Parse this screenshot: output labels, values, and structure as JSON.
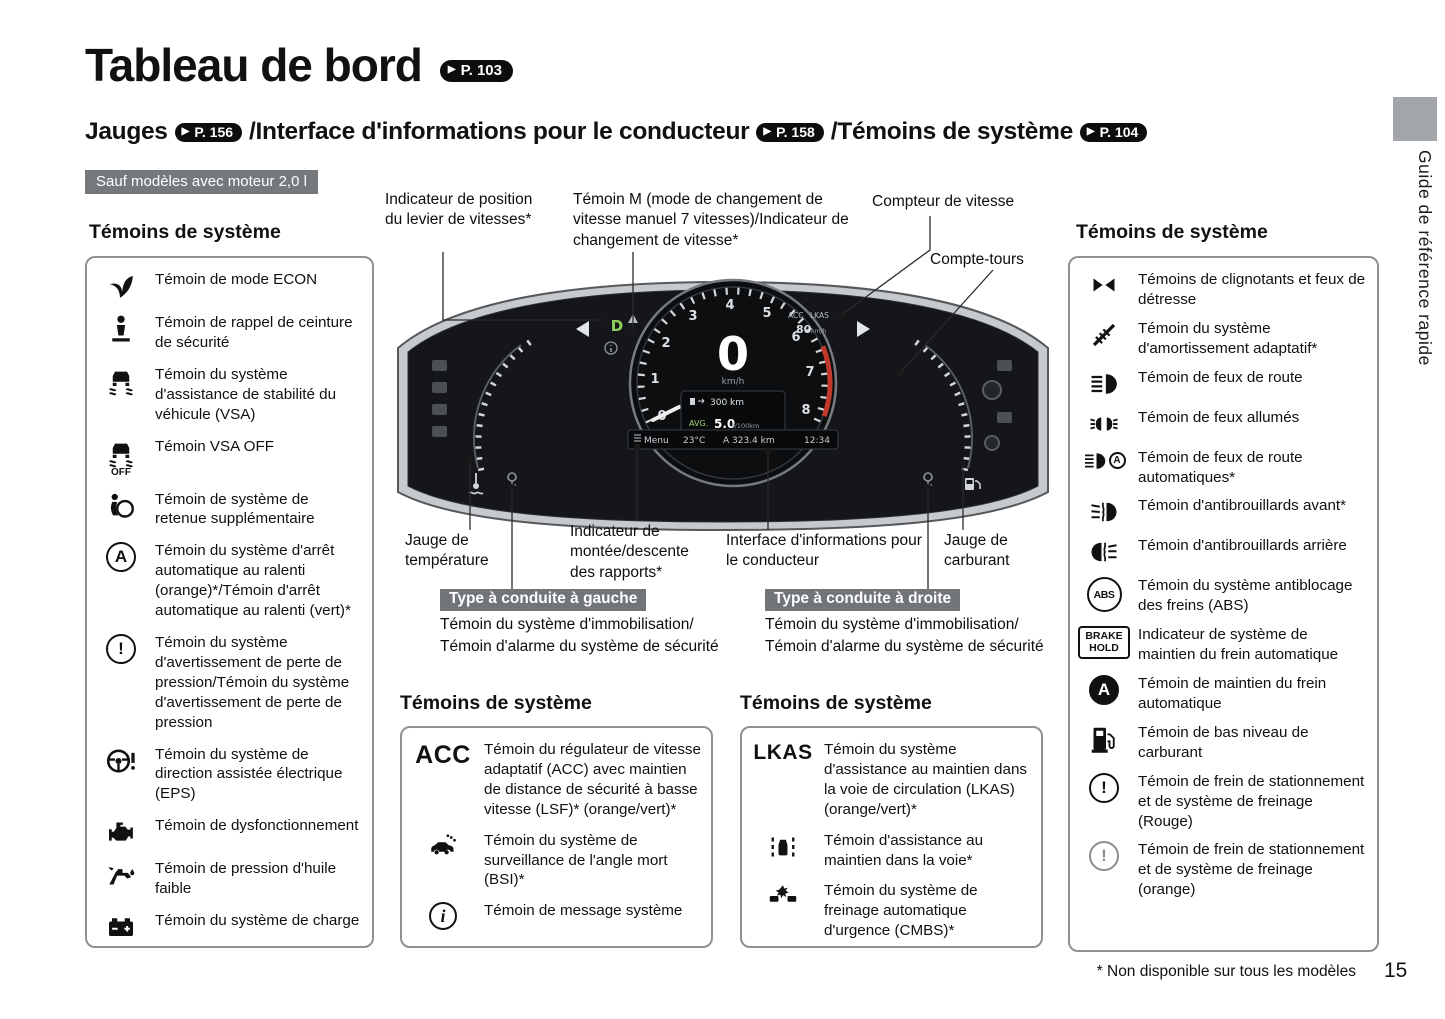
{
  "header": {
    "title": "Tableau de bord",
    "title_badge": "P. 103",
    "sub1": "Jauges",
    "sub1_badge": "P. 156",
    "sub2": "/Interface d'informations pour le conducteur",
    "sub2_badge": "P. 158",
    "sub3": "/Témoins de système",
    "sub3_badge": "P. 104",
    "exclusion": "Sauf modèles avec moteur 2,0 l",
    "side_tab": "Guide de référence rapide"
  },
  "icons": {
    "badge_arrow": "▶"
  },
  "callouts": {
    "gear_position": "Indicateur de position du levier de vitesses*",
    "m_mode": "Témoin M (mode de changement de vitesse manuel 7 vitesses)/Indicateur de changement de vitesse*",
    "speedometer": "Compteur de vitesse",
    "tachometer": "Compte-tours",
    "temperature": "Jauge de température",
    "shift_updown": "Indicateur de montée/descente des rapports*",
    "driver_interface": "Interface d'informations pour le conducteur",
    "fuel_gauge": "Jauge de carburant"
  },
  "type_boxes": {
    "left": {
      "title": "Type à conduite à gauche",
      "lines": [
        "Témoin du système d'immobilisation/",
        "Témoin d'alarme du système de sécurité"
      ]
    },
    "right": {
      "title": "Type à conduite à droite",
      "lines": [
        "Témoin du système d'immobilisation/",
        "Témoin d'alarme du système de sécurité"
      ]
    }
  },
  "left_panel": {
    "heading": "Témoins de système",
    "items": [
      {
        "icon": "econ-mode-icon",
        "sym": "leaf",
        "label": "Témoin de mode ECON"
      },
      {
        "icon": "seatbelt-reminder-icon",
        "sym": "belt",
        "label": "Témoin de rappel de ceinture de sécurité"
      },
      {
        "icon": "vsa-icon",
        "sym": "carskid",
        "label": "Témoin du système d'assistance de stabilité du véhicule (VSA)"
      },
      {
        "icon": "vsa-off-icon",
        "sym": "carskid",
        "txt": "OFF",
        "style": "under",
        "iconClass": "col",
        "label": "Témoin VSA OFF"
      },
      {
        "icon": "srs-airbag-icon",
        "sym": "airbag",
        "label": "Témoin de système de retenue supplémentaire"
      },
      {
        "icon": "auto-idle-stop-icon",
        "txt": "A",
        "style": "circ",
        "label": "Témoin du système d'arrêt automatique au ralenti (orange)*/Témoin d'arrêt automatique au ralenti (vert)*"
      },
      {
        "icon": "tpms-icon",
        "txt": "!",
        "style": "circ",
        "label": "Témoin du système d'avertissement de perte de pression/Témoin du système d'avertissement de perte de pression"
      },
      {
        "icon": "eps-icon",
        "sym": "steering",
        "label": "Témoin du système de direction assistée électrique (EPS)"
      },
      {
        "icon": "check-engine-icon",
        "sym": "engine",
        "label": "Témoin de dysfonctionnement"
      },
      {
        "icon": "oil-pressure-icon",
        "sym": "oil",
        "label": "Témoin de pression d'huile faible"
      },
      {
        "icon": "charging-system-icon",
        "sym": "battery",
        "label": "Témoin du système de charge"
      }
    ]
  },
  "right_panel": {
    "heading": "Témoins de système",
    "items": [
      {
        "icon": "turn-signal-hazard-icon",
        "sym": "turns",
        "symClass": "lg",
        "label": "Témoins de clignotants et feux de détresse"
      },
      {
        "icon": "adaptive-damper-icon",
        "sym": "damper",
        "label": "Témoin du système d'amortissement adaptatif*"
      },
      {
        "icon": "high-beam-icon",
        "sym": "highbeam",
        "label": "Témoin de feux de route"
      },
      {
        "icon": "lights-on-icon",
        "sym": "lightson",
        "label": "Témoin de feux allumés"
      },
      {
        "icon": "auto-high-beam-icon",
        "sym": "highbeam",
        "symClass": "sm",
        "txt": "A",
        "style": "circ sm",
        "label": "Témoin de feux de route automatiques*"
      },
      {
        "icon": "front-fog-icon",
        "sym": "fogfront",
        "label": "Témoin d'antibrouillards avant*"
      },
      {
        "icon": "rear-fog-icon",
        "sym": "fogrear",
        "label": "Témoin d'antibrouillards arrière"
      },
      {
        "icon": "abs-icon",
        "txt": "ABS",
        "style": "circ abs",
        "label": "Témoin du système antiblocage des freins (ABS)"
      },
      {
        "icon": "brake-hold-indicator-icon",
        "txt": "BRAKE\nHOLD",
        "style": "box",
        "label": "Indicateur de système de maintien du frein automatique"
      },
      {
        "icon": "auto-brake-hold-icon",
        "txt": "A",
        "style": "circ fill",
        "label": "Témoin de maintien du frein automatique"
      },
      {
        "icon": "low-fuel-icon",
        "sym": "fuel",
        "label": "Témoin de bas niveau de carburant"
      },
      {
        "icon": "brake-system-red-icon",
        "txt": "!",
        "style": "circ",
        "label": "Témoin de frein de stationnement et de système de freinage (Rouge)"
      },
      {
        "icon": "brake-system-orange-icon",
        "txt": "!",
        "style": "circ gray",
        "label": "Témoin de frein de stationnement et de système de freinage (orange)"
      }
    ]
  },
  "acc_panel": {
    "heading": "Témoins de système",
    "items": [
      {
        "icon": "acc-icon",
        "txt": "ACC",
        "style": "plain",
        "label": "Témoin du régulateur de vitesse adaptatif (ACC) avec maintien de distance de sécurité à basse vitesse (LSF)* (orange/vert)*"
      },
      {
        "icon": "bsi-icon",
        "sym": "bsi",
        "label": "Témoin du système de surveillance de l'angle mort (BSI)*"
      },
      {
        "icon": "system-message-icon",
        "txt": "i",
        "style": "circ seri",
        "label": "Témoin de message système"
      }
    ]
  },
  "lkas_panel": {
    "heading": "Témoins de système",
    "items": [
      {
        "icon": "lkas-icon",
        "txt": "LKAS",
        "style": "plain md",
        "label": "Témoin du système d'assistance au maintien dans la voie de circulation (LKAS) (orange/vert)*"
      },
      {
        "icon": "lane-keep-icon",
        "sym": "lane",
        "label": "Témoin d'assistance au maintien dans la voie*"
      },
      {
        "icon": "cmbs-icon",
        "sym": "cmbs",
        "label": "Témoin du système de freinage automatique d'urgence (CMBS)*"
      }
    ]
  },
  "cluster": {
    "gear": "D",
    "acc_label": "ACC",
    "lkas_label": "LKAS",
    "acc_speed": "80",
    "acc_speed_unit": "km/h",
    "speed": "0",
    "speed_unit": "km/h",
    "tach": [
      "0",
      "1",
      "2",
      "3",
      "4",
      "5",
      "6",
      "7",
      "8"
    ],
    "display": {
      "range": "300 km",
      "avg_label": "AVG.",
      "avg_value": "5.0",
      "avg_unit": "ℓ/100km",
      "menu": "Menu",
      "temp": "23°C",
      "odo": "A 323.4 km",
      "clock": "12:34"
    }
  },
  "footer": {
    "note": "* Non disponible sur tous les modèles",
    "page": "15"
  }
}
